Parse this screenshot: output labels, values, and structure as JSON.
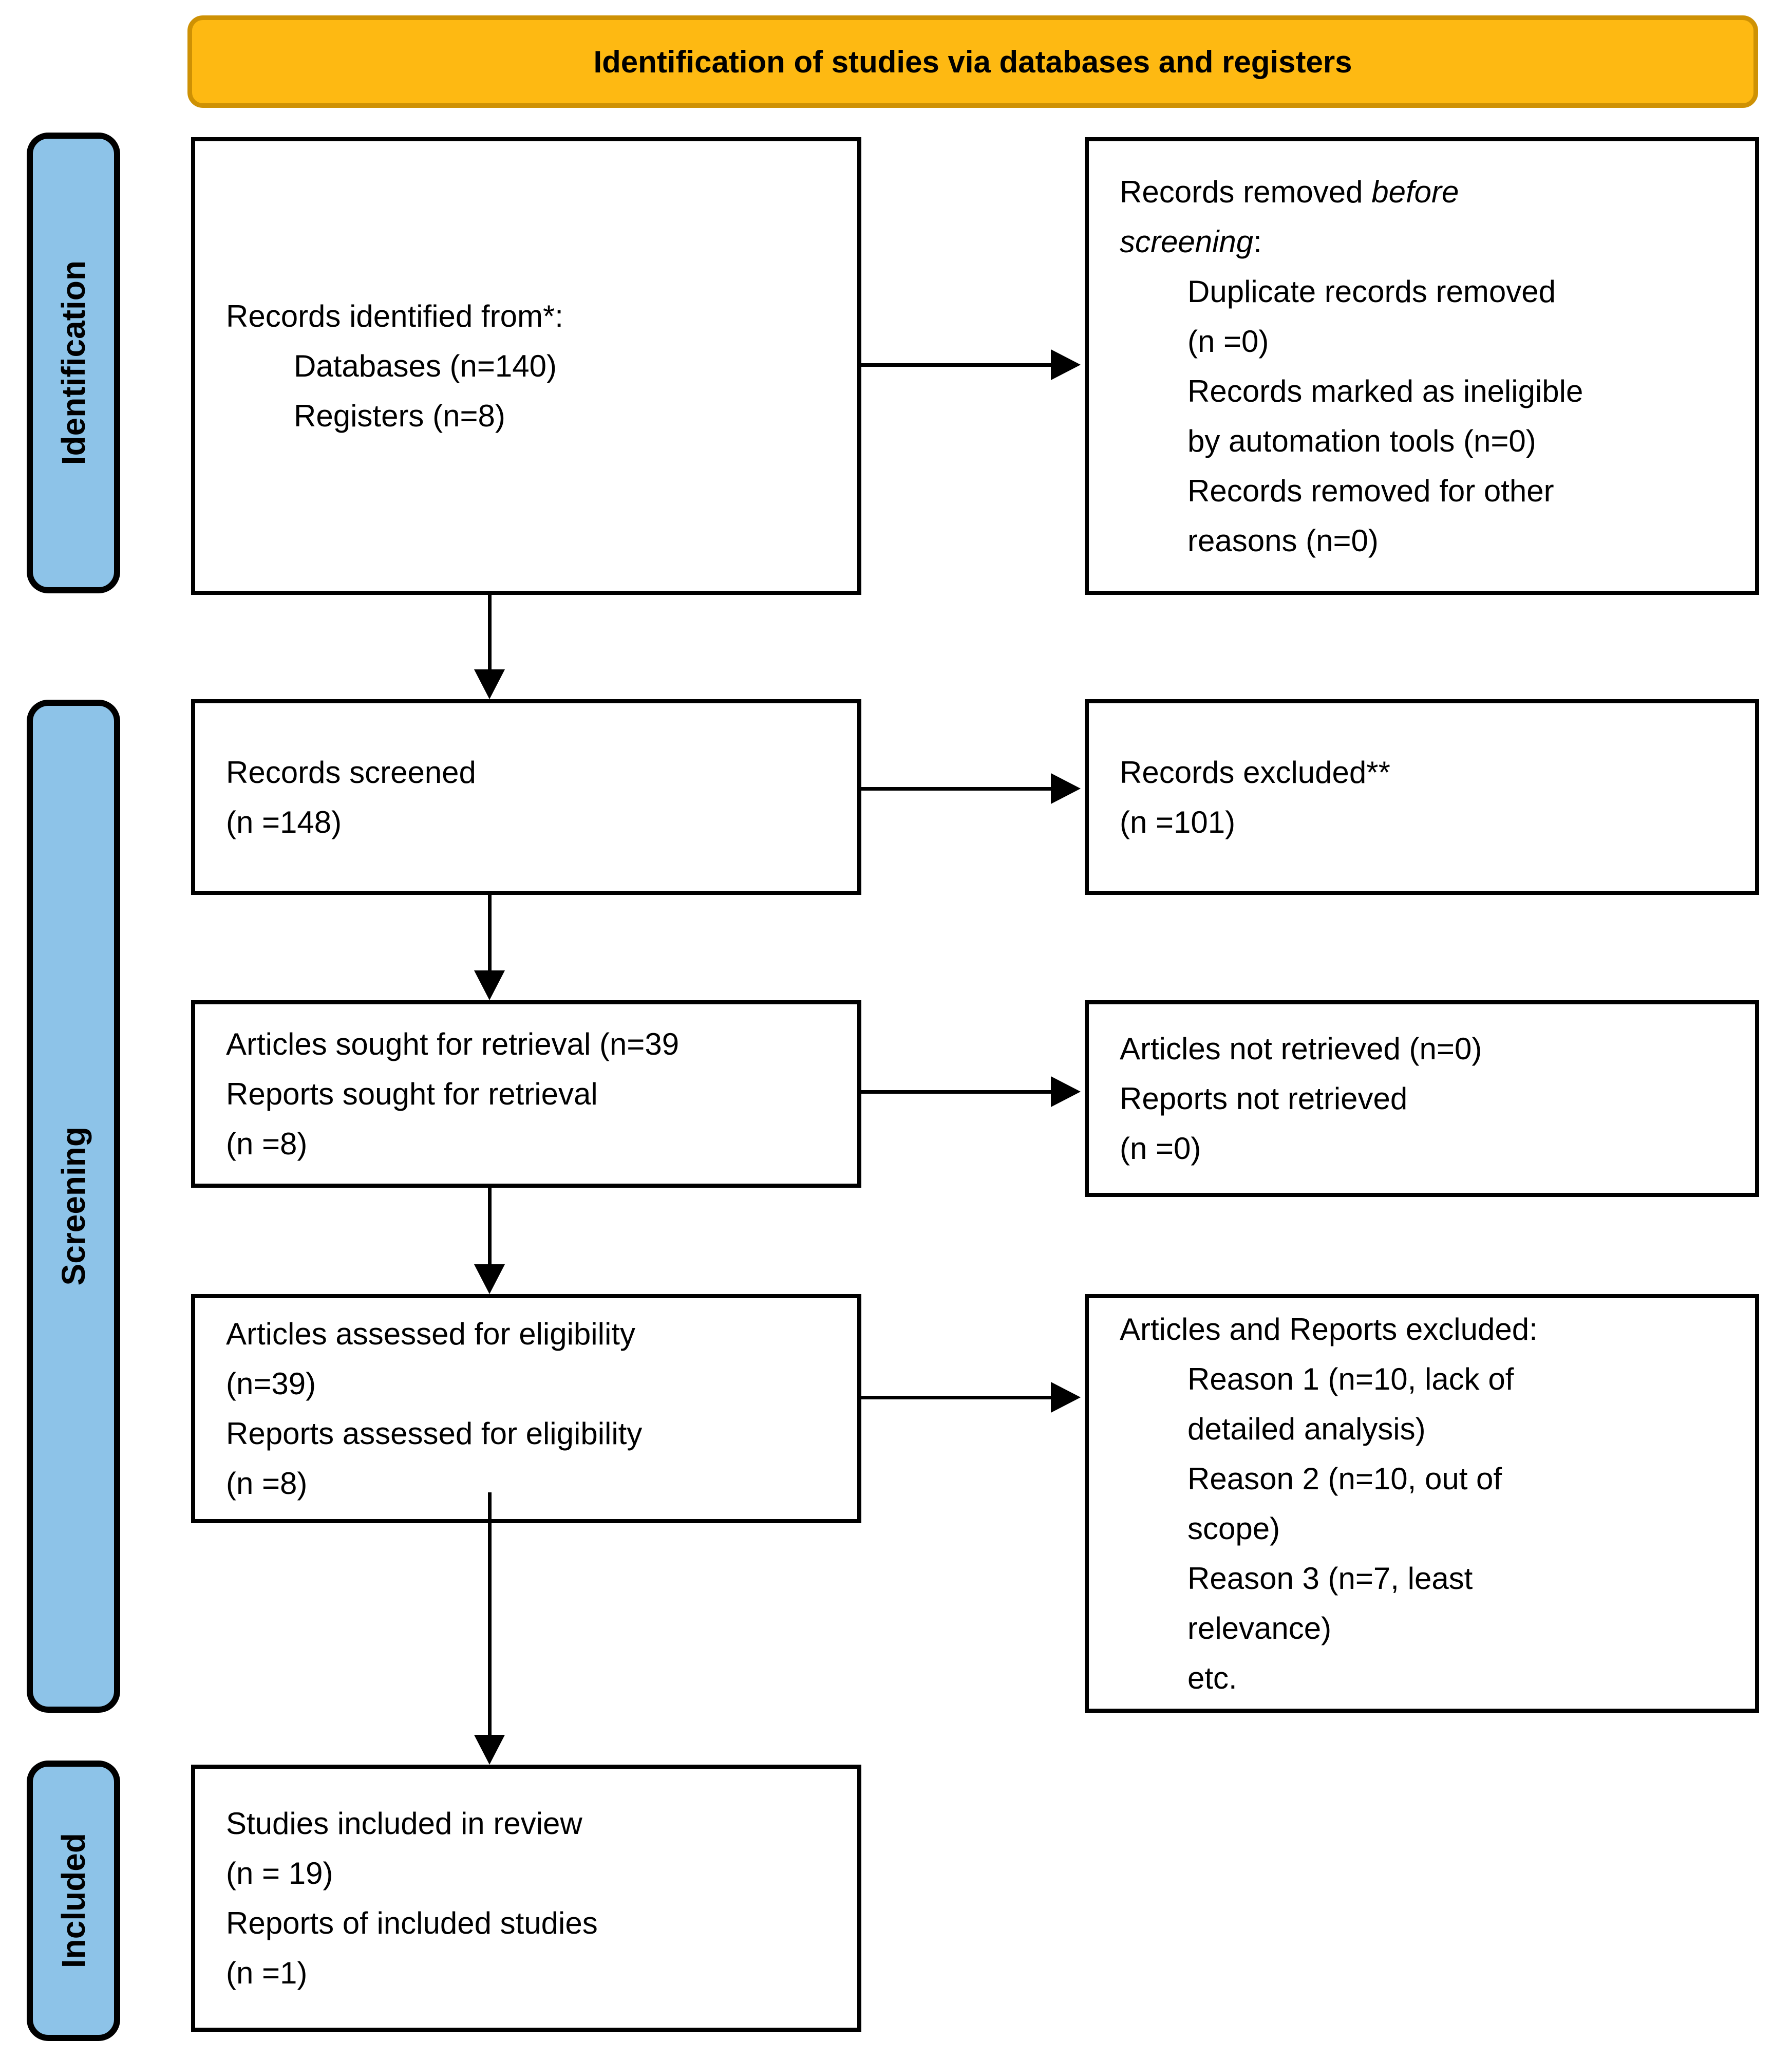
{
  "banner": {
    "title": "Identification of studies via databases and registers"
  },
  "sidebar": {
    "identification": "Identification",
    "screening": "Screening",
    "included": "Included"
  },
  "colors": {
    "banner_fill": "#FEB912",
    "banner_border": "#CE9104",
    "sidebar_fill": "#8DC3E8",
    "box_border": "#000000",
    "text": "#000000"
  },
  "boxes": {
    "records_identified": {
      "line1": "Records identified from*:",
      "line2": "Databases (n=140)",
      "line3": "Registers (n=8)"
    },
    "records_removed": {
      "line1_pre": "Records removed ",
      "line1_italic": "before",
      "line2_italic": "screening",
      "line2_suffix": ":",
      "line3": "Duplicate records removed",
      "line4": "(n =0)",
      "line5": "Records marked as ineligible",
      "line6": "by automation tools (n=0)",
      "line7": "Records removed for other",
      "line8": "reasons (n=0)"
    },
    "records_screened": {
      "line1": "Records screened",
      "line2": "(n =148)"
    },
    "records_excluded": {
      "line1": "Records excluded**",
      "line2": "(n =101)"
    },
    "sought_retrieval": {
      "line1": "Articles sought for retrieval (n=39",
      "line2": "Reports sought for retrieval",
      "line3": "(n =8)"
    },
    "not_retrieved": {
      "line1": "Articles not retrieved (n=0)",
      "line2": "Reports not retrieved",
      "line3": "(n =0)"
    },
    "assessed_eligibility": {
      "line1": "Articles assessed for eligibility",
      "line2": "(n=39)",
      "line3": "Reports assessed for eligibility",
      "line4": "(n =8)"
    },
    "articles_reports_excluded": {
      "line1": "Articles and Reports excluded:",
      "line2": "Reason 1 (n=10, lack of",
      "line3": "detailed analysis)",
      "line4": "Reason 2 (n=10, out of",
      "line5": "scope)",
      "line6": "Reason 3 (n=7, least",
      "line7": "relevance)",
      "line8": "etc."
    },
    "studies_included": {
      "line1": "Studies included in review",
      "line2": "(n = 19)",
      "line3": "Reports of included studies",
      "line4": "(n =1)"
    }
  }
}
